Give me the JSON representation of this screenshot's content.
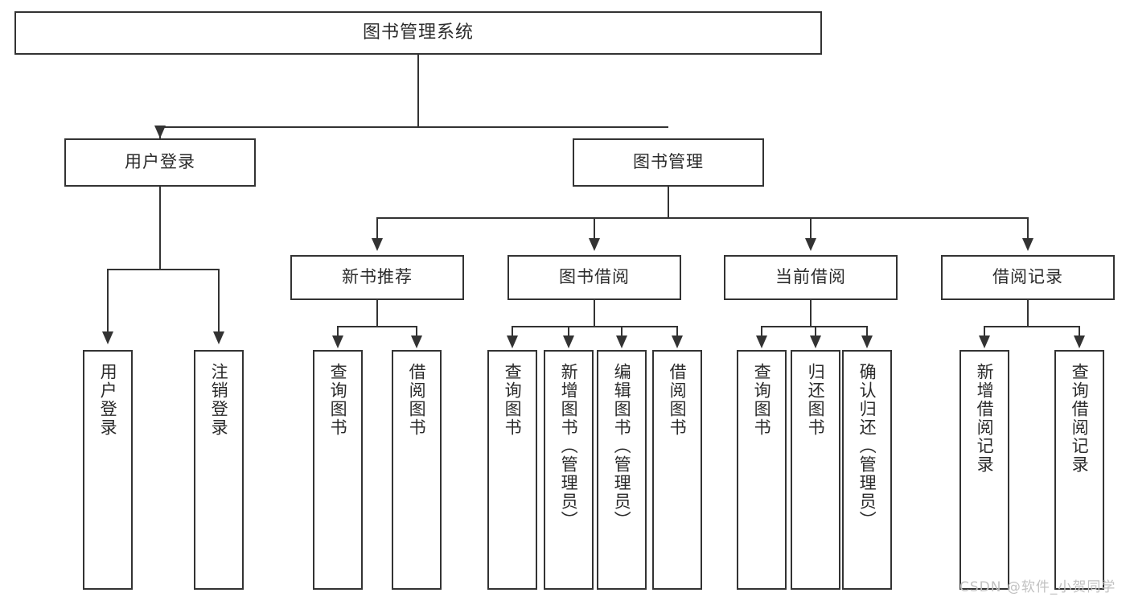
{
  "diagram": {
    "title": "图书管理系统",
    "type": "tree-hierarchy-chart",
    "root": {
      "label": "图书管理系统"
    },
    "level1": [
      {
        "label": "用户登录"
      },
      {
        "label": "图书管理"
      }
    ],
    "level2": [
      {
        "label": "新书推荐"
      },
      {
        "label": "图书借阅"
      },
      {
        "label": "当前借阅"
      },
      {
        "label": "借阅记录"
      }
    ],
    "leaves": {
      "user_login": [
        {
          "label": "用户登录"
        },
        {
          "label": "注销登录"
        }
      ],
      "new_book_recommend": [
        {
          "label": "查询图书"
        },
        {
          "label": "借阅图书"
        }
      ],
      "book_borrow": [
        {
          "label": "查询图书"
        },
        {
          "label": "新增图书（管理员）"
        },
        {
          "label": "编辑图书（管理员）"
        },
        {
          "label": "借阅图书"
        }
      ],
      "current_borrow": [
        {
          "label": "查询图书"
        },
        {
          "label": "归还图书"
        },
        {
          "label": "确认归还（管理员）"
        }
      ],
      "borrow_record": [
        {
          "label": "新增借阅记录"
        },
        {
          "label": "查询借阅记录"
        }
      ]
    },
    "watermark": "CSDN @软件_小贺同学",
    "colors": {
      "border": "#333333",
      "text": "#2b2b2b",
      "background": "#ffffff",
      "watermark": "#c2c2c2"
    }
  }
}
